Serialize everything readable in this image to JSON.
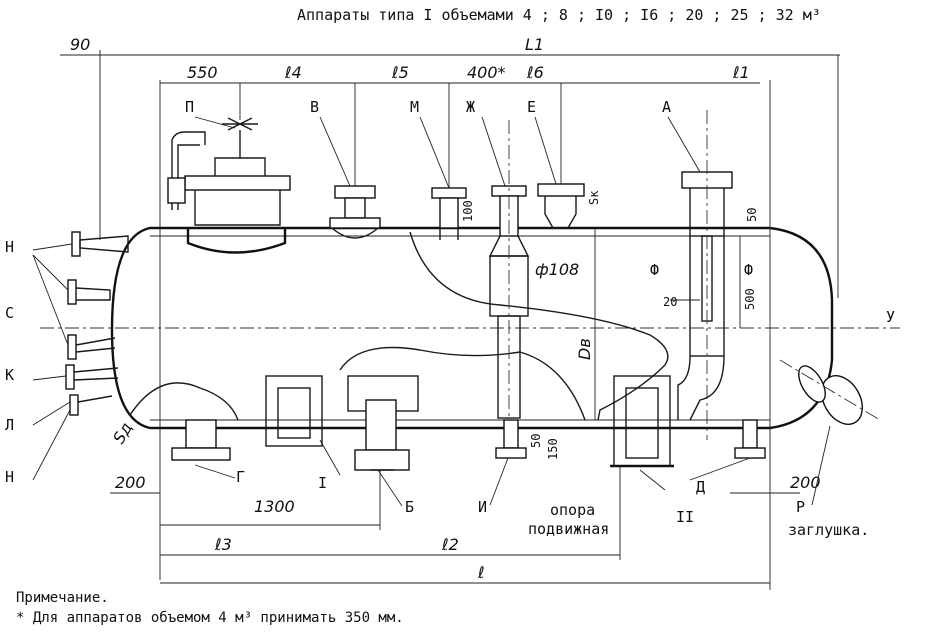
{
  "title": "Аппараты  типа I объемами 4 ; 8 ; I0 ; I6 ; 20 ; 25 ; 32 м³",
  "dimensions": {
    "d90": "90",
    "L1": "L1",
    "d550": "550",
    "l4": "ℓ4",
    "l5": "ℓ5",
    "d400": "400*",
    "l6": "ℓ6",
    "l1": "ℓ1",
    "d100": "100",
    "sk": "Sк",
    "d50_top": "50",
    "phi108": "ф108",
    "d20": "20",
    "d500": "500",
    "Dv": "Dв",
    "sd": "Sд",
    "d50_bot": "50",
    "d150": "150",
    "d200_left": "200",
    "d200_right": "200",
    "d1300": "1300",
    "l3": "ℓ3",
    "l2": "ℓ2",
    "l": "ℓ"
  },
  "labels": {
    "P_top": "П",
    "V": "В",
    "M": "М",
    "Zh": "Ж",
    "E": "Е",
    "A": "А",
    "N_top": "Н",
    "S": "С",
    "K": "К",
    "L": "Л",
    "N_bot": "Н",
    "U": "У",
    "G": "Г",
    "I_roman": "I",
    "B": "Б",
    "I_letter": "И",
    "II_roman": "II",
    "D": "Д",
    "R": "Р",
    "zaglushka": "заглушка.",
    "opora1": "опора",
    "opora2": "подвижная",
    "phi_left": "Ф",
    "phi_right": "Ф"
  },
  "note": {
    "heading": "Примечание.",
    "text": "* Для аппаратов объемом 4 м³ принимать 350 мм."
  }
}
